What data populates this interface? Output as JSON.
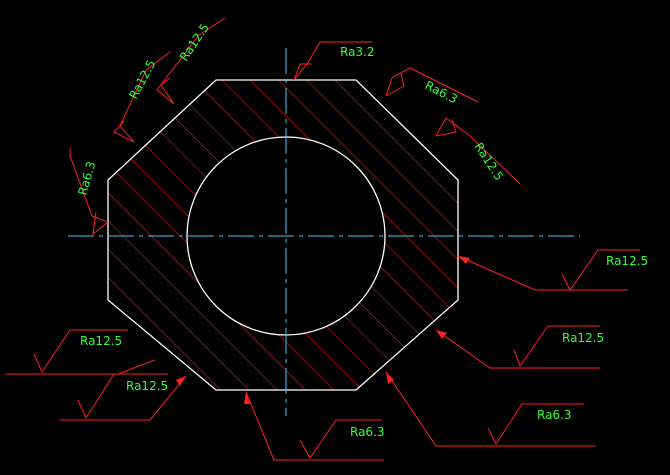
{
  "colors": {
    "background": "#000000",
    "outline": "#ffffff",
    "hatch": "#ff2020",
    "centerline": "#3ec8ff",
    "label": "#33ff33"
  },
  "labels": {
    "top_left_upper": "Ra12.5",
    "top_left_lower": "Ra12.5",
    "top": "Ra3.2",
    "top_right_upper": "Ra6.3",
    "top_right_lower": "Ra12.5",
    "left": "Ra6.3",
    "right": "Ra12.5",
    "right_lower": "Ra12.5",
    "bottom_right": "Ra6.3",
    "bottom_center": "Ra6.3",
    "bottom_left_upper": "Ra12.5",
    "bottom_left_lower": "Ra12.5"
  }
}
